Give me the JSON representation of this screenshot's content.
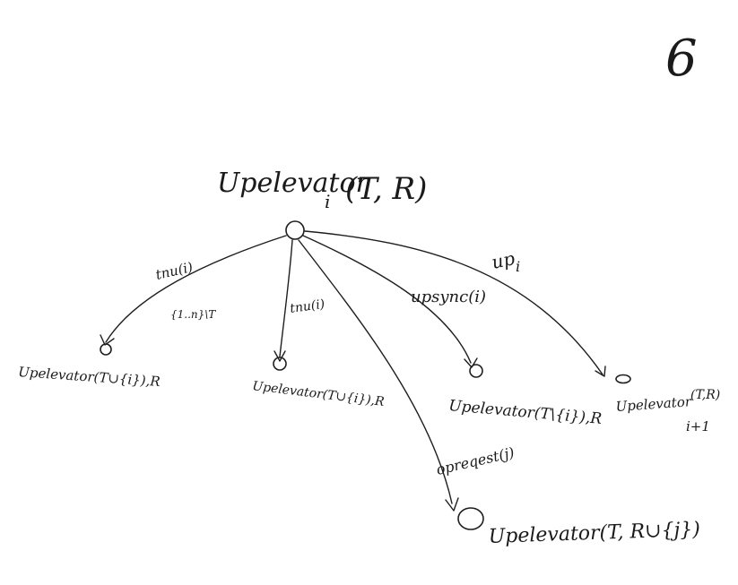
{
  "page_number": "6",
  "root": {
    "label": "Upelevator",
    "subscript": "i",
    "args": "(T, R)"
  },
  "edges": [
    {
      "label": "tnu(i)",
      "sublabel": "{1..n}\\T"
    },
    {
      "label": "tnu(i)"
    },
    {
      "label": "opreqest(j)"
    },
    {
      "label": "upsync(i)"
    },
    {
      "label": "up",
      "subscript": "i"
    }
  ],
  "targets": [
    {
      "label": "Upelevator(T∪{i}),R"
    },
    {
      "label": "Upelevator(T∪{i}),R"
    },
    {
      "label": "Upelevator(T, R∪{j})"
    },
    {
      "label": "Upelevator(T\\{i}),R"
    },
    {
      "label": "Upelevator",
      "subscript": "i+1",
      "args": "(T,R)"
    }
  ]
}
